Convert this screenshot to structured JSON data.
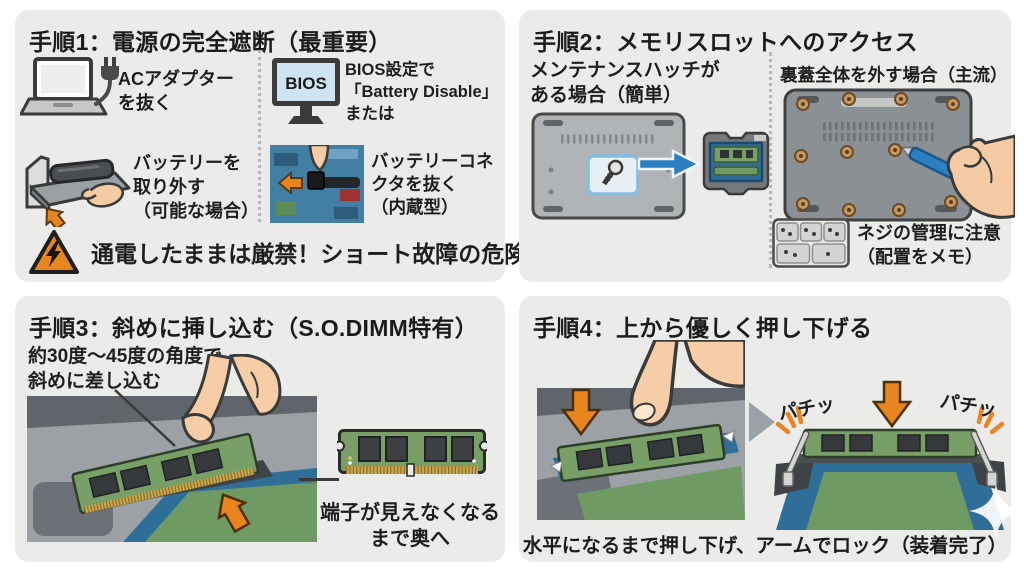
{
  "step1": {
    "title": "手順1：電源の完全遮断（最重要）",
    "item_ac": "ACアダプター\nを抜く",
    "item_bios": "BIOS設定で\n「Battery Disable」\nまたは",
    "bios_screen": "BIOS",
    "item_battery": "バッテリーを\n取り外す\n（可能な場合）",
    "item_connector": "バッテリーコネ\nクタを抜く\n（内蔵型）",
    "warning": "通電したままは厳禁！ショート故障の危険"
  },
  "step2": {
    "title": "手順2：メモリスロットへのアクセス",
    "hatch_label": "メンテナンスハッチが\nある場合（簡単）",
    "cover_label": "裏蓋全体を外す場合（主流）",
    "screw_note": "ネジの管理に注意\n（配置をメモ）"
  },
  "step3": {
    "title": "手順3：斜めに挿し込む（S.O.DIMM特有）",
    "angle_label": "約30度〜45度の角度で\n斜めに差し込む",
    "depth_note": "端子が見えなくなる\nまで奥へ"
  },
  "step4": {
    "title": "手順4：上から優しく押し下げる",
    "click_left": "パチッ",
    "click_right": "パチッ",
    "caption": "水平になるまで押し下げ、アームでロック（装着完了）"
  },
  "colors": {
    "panel_background": "#EBEBE9",
    "accent_orange": "#E8851F",
    "accent_blue": "#2C7FC0",
    "ram_green": "#78A066",
    "pcb_blue": "#2E6E99",
    "gold_pins": "#C9A84C"
  }
}
